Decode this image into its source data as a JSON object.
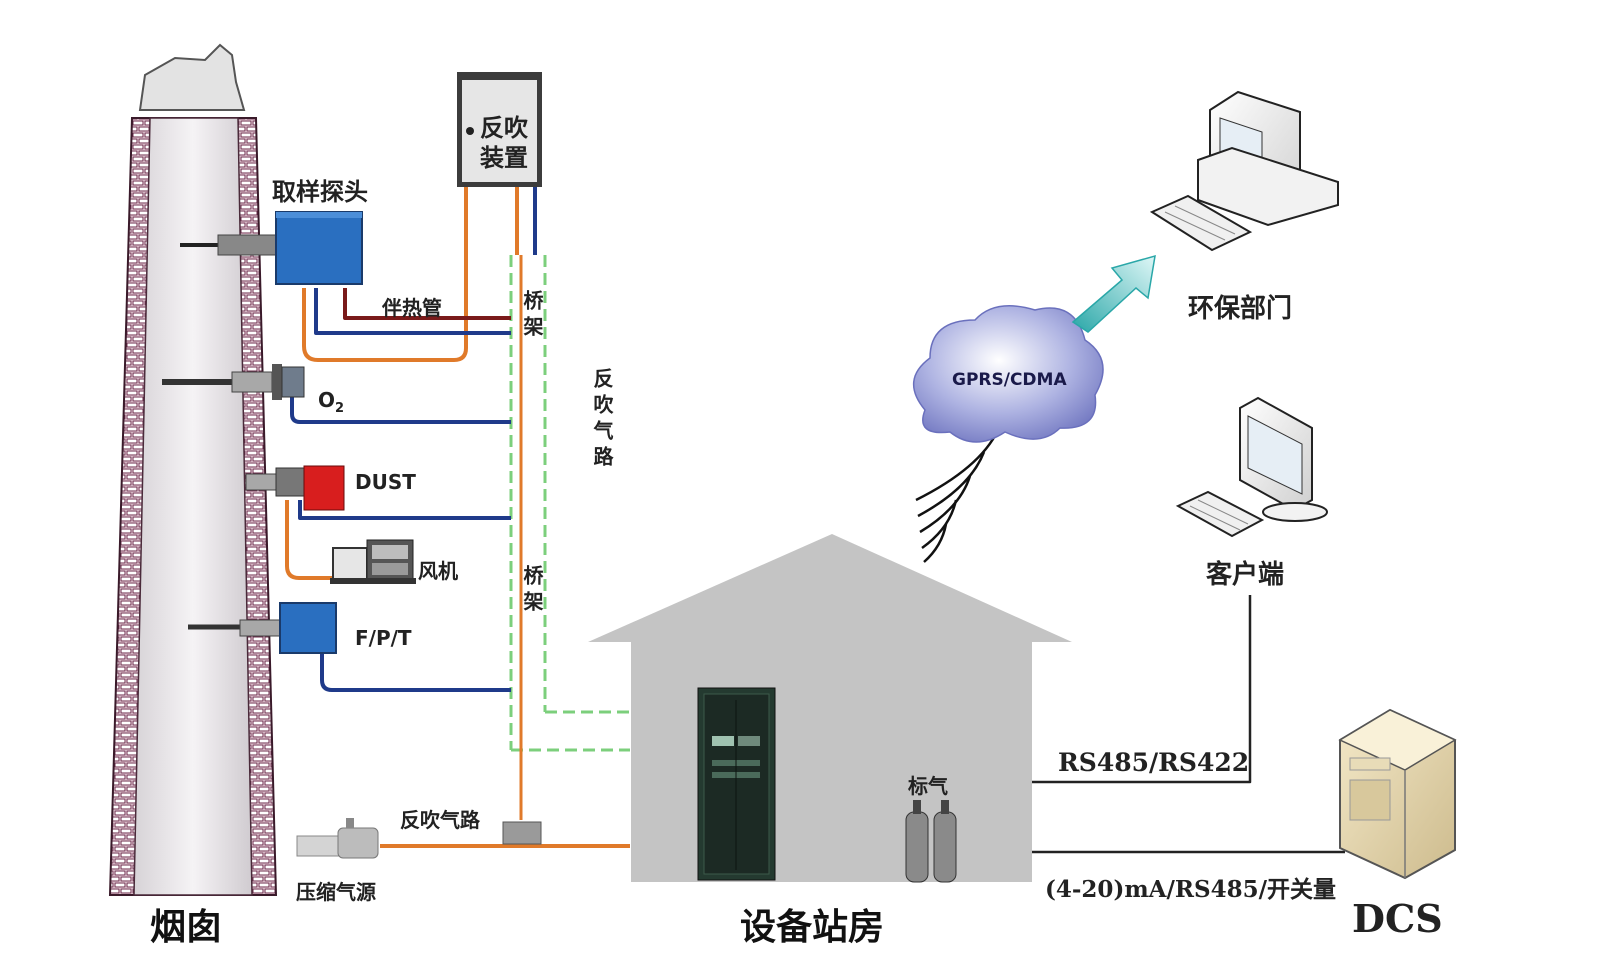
{
  "labels": {
    "chimney": "烟囱",
    "sampling_probe": "取样探头",
    "backflush_device_line1": "反吹",
    "backflush_device_line2": "装置",
    "heat_trace_pipe": "伴热管",
    "bridge_upper": "桥架",
    "bridge_lower": "桥架",
    "backflush_gas_path_vertical": "反吹气路",
    "backflush_gas_path": "反吹气路",
    "o2": "O",
    "o2_subscript": "2",
    "dust": "DUST",
    "fan": "风机",
    "fpt": "F/P/T",
    "compressed_air_source": "压缩气源",
    "station_house": "设备站房",
    "calibration_gas": "标气",
    "gprs_cdma": "GPRS/CDMA",
    "env_protection_dept": "环保部门",
    "client": "客户端",
    "rs485_rs422": "RS485/RS422",
    "analog_digital_io": "(4-20)mA/RS485/开关量",
    "dcs": "DCS"
  },
  "colors": {
    "heat_trace": "#7a1a1a",
    "signal_line": "#1f3a8a",
    "air_line": "#e07a2a",
    "tray_dash": "#7ccf7c",
    "chimney_brick": "#6b2a4a",
    "analyzer_blue": "#2a6fc0",
    "dust_red": "#d81e1e",
    "house_gray": "#c4c4c4",
    "cloud_blue": "#7c83c9",
    "arrow_teal": "#3dbfc0"
  },
  "icons": {
    "pc_env": "desktop-computer-icon",
    "pc_client": "desktop-computer-icon",
    "dcs": "server-tower-icon",
    "gas_cylinders": "gas-cylinder-icon",
    "fan": "fan-motor-icon",
    "cabinet": "equipment-cabinet-icon"
  }
}
